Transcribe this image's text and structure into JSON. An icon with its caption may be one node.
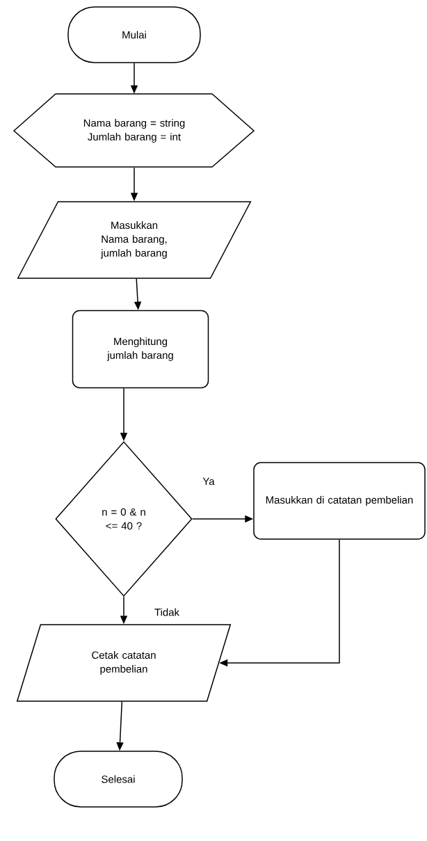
{
  "diagram": {
    "nodes": [
      {
        "text": [
          "Mulai"
        ]
      },
      {
        "text": [
          "Nama barang = string Jumlah barang = int"
        ]
      },
      {
        "text": [
          "Masukkan Nama barang, jumlah barang"
        ]
      },
      {
        "text": [
          "Menghitung jumlah barang"
        ]
      },
      {
        "text": [
          "n = 0 & n <= 40 ?"
        ]
      },
      {
        "text": [
          "Masukkan di catatan pembelian"
        ]
      },
      {
        "text": [
          "Cetak catatan pembelian"
        ]
      },
      {
        "text": [
          "Selesai"
        ]
      }
    ],
    "edges": [
      {
        "from": 0,
        "to": 1,
        "arrow": "to"
      },
      {
        "from": 1,
        "to": 2,
        "arrow": "to"
      },
      {
        "from": 2,
        "to": 3,
        "arrow": "to"
      },
      {
        "from": 3,
        "to": 4,
        "arrow": "to"
      },
      {
        "from": 4,
        "to": 5,
        "arrow": "to",
        "label": "Ya"
      },
      {
        "from": 4,
        "to": 6,
        "arrow": "to",
        "label": "Tidak"
      },
      {
        "from": 5,
        "to": 6,
        "arrow": "to"
      },
      {
        "from": 6,
        "to": 7,
        "arrow": "to"
      }
    ]
  }
}
